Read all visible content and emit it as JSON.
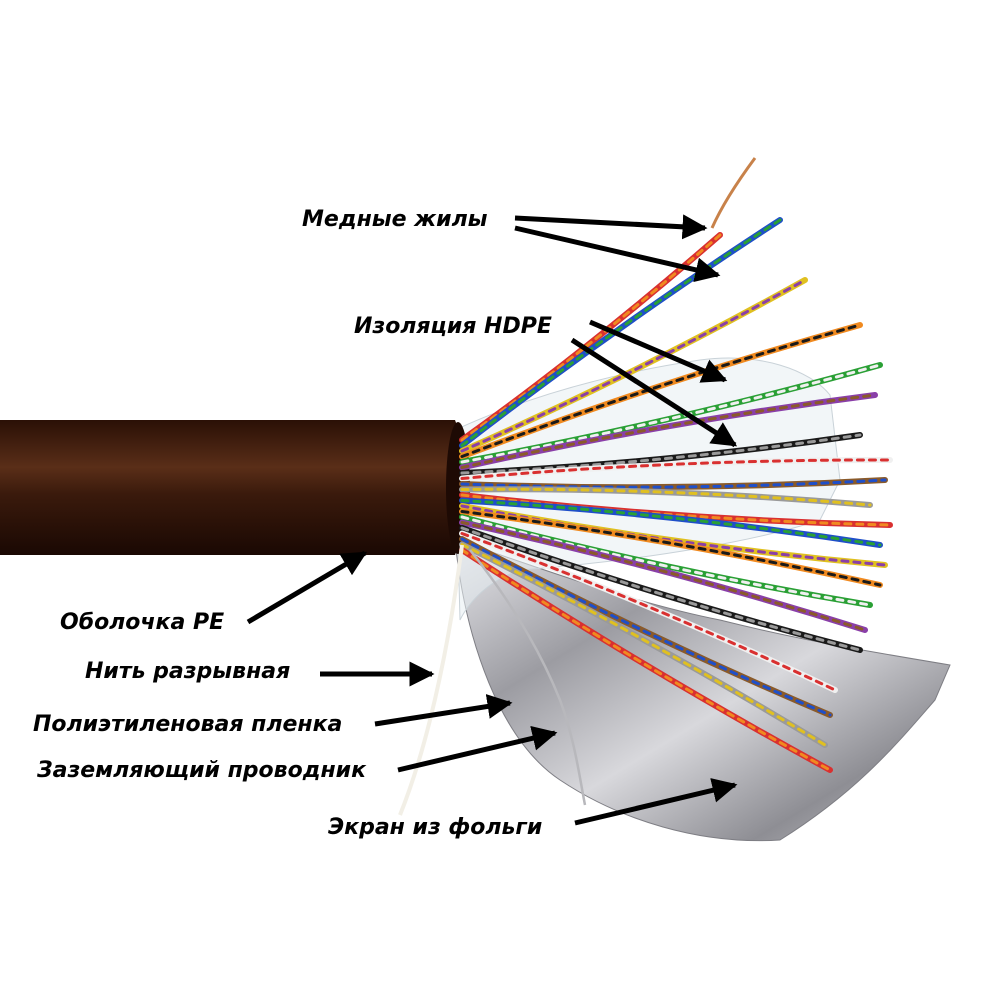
{
  "labels": {
    "copper_conductors": "Медные жилы",
    "hdpe_insulation": "Изоляция HDPE",
    "pe_sheath": "Оболочка PE",
    "rip_cord": "Нить разрывная",
    "polyethylene_film": "Полиэтиленовая пленка",
    "drain_wire": "Заземляющий проводник",
    "foil_screen": "Экран из фольги"
  },
  "colors": {
    "sheath": "#3a1a0c",
    "arrow": "#000000",
    "foil": "#b9b9bd"
  },
  "wire_colors": [
    "#d93030",
    "#1f4fc9",
    "#e0c020",
    "#f08a20",
    "#2aa035",
    "#8a3fa8",
    "#1a1a1a",
    "#f0f0f0",
    "#8a5a2a",
    "#9a9a9a"
  ]
}
